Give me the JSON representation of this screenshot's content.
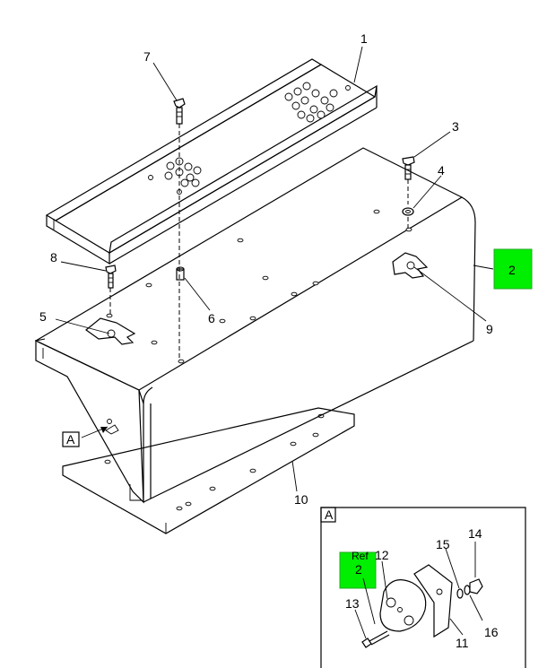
{
  "callouts": {
    "c1": "1",
    "c2": "2",
    "c3": "3",
    "c4": "4",
    "c5": "5",
    "c6": "6",
    "c7": "7",
    "c8": "8",
    "c9": "9",
    "c10": "10",
    "c11": "11",
    "c12": "12",
    "c13": "13",
    "c14": "14",
    "c15": "15",
    "c16": "16"
  },
  "ref_box_main": "2",
  "ref_box_detail": "2",
  "ref_text": "Ref",
  "view_letter": "A",
  "detail_letter": "A",
  "colors": {
    "ref_box": "#00ee00",
    "line": "#000000"
  }
}
